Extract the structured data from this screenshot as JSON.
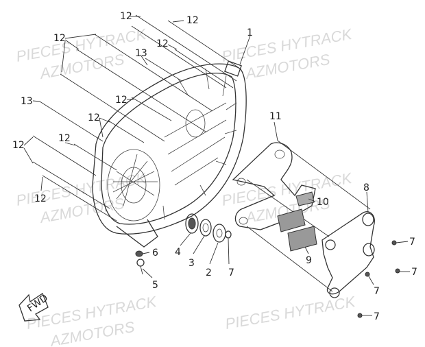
{
  "watermark": {
    "line1": "PIECES HYTRACK",
    "line2": "AZMOTORS"
  },
  "fwd_label": "FWD",
  "callouts": {
    "c1": "1",
    "c2": "2",
    "c3": "3",
    "c4": "4",
    "c5": "5",
    "c6": "6",
    "c7": "7",
    "c8": "8",
    "c9": "9",
    "c10": "10",
    "c11": "11",
    "c12": "12",
    "c13": "13"
  }
}
